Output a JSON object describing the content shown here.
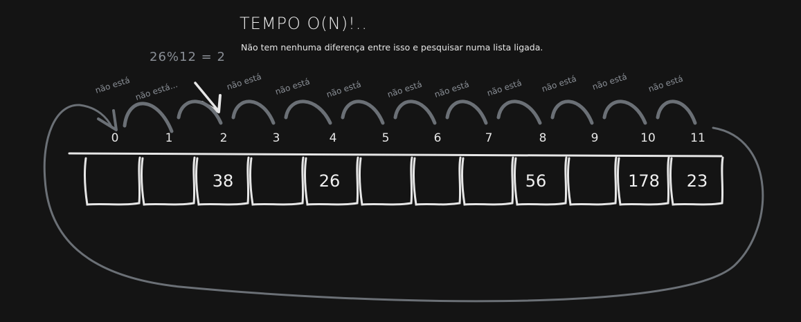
{
  "title": "TEMPO O(N)!..",
  "subtitle": "Não tem nenhuma diferença entre isso e pesquisar numa lista ligada.",
  "calculation": "26%12 = 2",
  "indices": [
    "0",
    "1",
    "2",
    "3",
    "4",
    "5",
    "6",
    "7",
    "8",
    "9",
    "10",
    "11"
  ],
  "values": [
    "",
    "",
    "38",
    "",
    "26",
    "",
    "",
    "",
    "56",
    "",
    "178",
    "23"
  ],
  "probe_labels": [
    "não está",
    "não está...",
    "não está",
    "não está",
    "não está",
    "não está",
    "não está",
    "não está",
    "não está",
    "não está",
    "não está"
  ],
  "colors": {
    "background": "#141414",
    "stroke_light": "#e6e6e6",
    "stroke_gray": "#6b7076",
    "text_gray": "#8a8f96"
  }
}
